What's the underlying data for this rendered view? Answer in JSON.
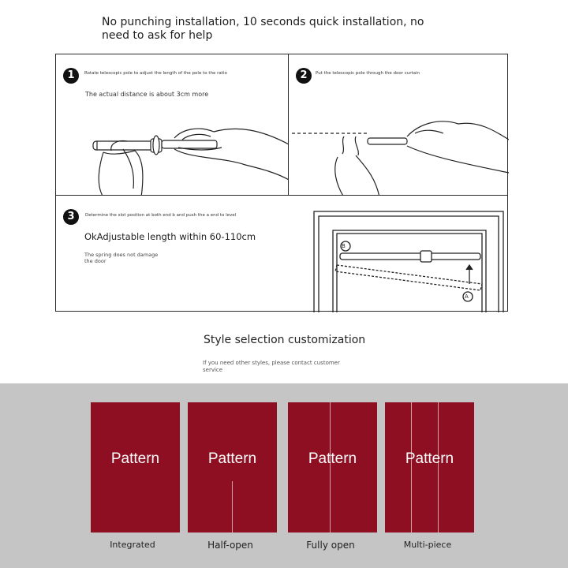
{
  "headline": "No punching installation, 10 seconds quick installation, no need to ask for help",
  "steps": [
    {
      "number": "1",
      "title": "Rotate telescopic pole to adjust the length of the pole to the ratio",
      "note": "The actual distance is about 3cm more"
    },
    {
      "number": "2",
      "title": "Put the telescopic pole through the door curtain"
    },
    {
      "number": "3",
      "title": "Determine the slot position at both end b and push the a end to level",
      "heading": "OkAdjustable length within 60-110cm",
      "note": "The spring does not damage the door",
      "label_b": "B",
      "label_a": "A"
    }
  ],
  "style_section": {
    "title": "Style selection customization",
    "subtitle": "If you need other styles, please contact customer service"
  },
  "styles": [
    {
      "label": "Pattern",
      "caption": "Integrated"
    },
    {
      "label": "Pattern",
      "caption": "Half-open"
    },
    {
      "label": "Pattern",
      "caption": "Fully open"
    },
    {
      "label": "Pattern",
      "caption": "Multi-piece"
    }
  ],
  "colors": {
    "swatch": "#8e0f22",
    "gray_band": "#c5c5c5",
    "panel_border": "#2a2a2a"
  }
}
